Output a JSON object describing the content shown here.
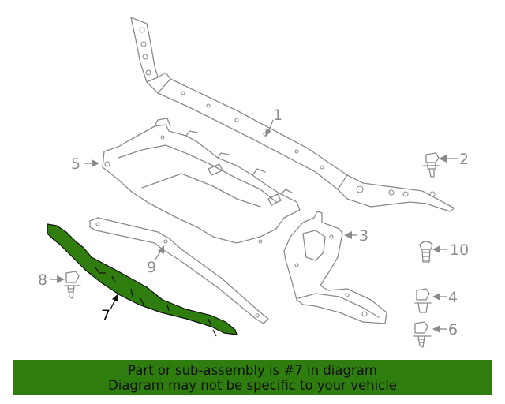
{
  "callouts": {
    "c1": "1",
    "c2": "2",
    "c3": "3",
    "c4": "4",
    "c5": "5",
    "c6": "6",
    "c7": "7",
    "c8": "8",
    "c9": "9",
    "c10": "10"
  },
  "highlight_part": "7",
  "colors": {
    "highlight_fill": "#2e7d0e",
    "line_art": "#8a8a8a",
    "banner_background": "#2e7d0e"
  },
  "banner": {
    "line1": "Part or sub-assembly is #7 in diagram",
    "line2": "Diagram may not be specific to your vehicle"
  }
}
